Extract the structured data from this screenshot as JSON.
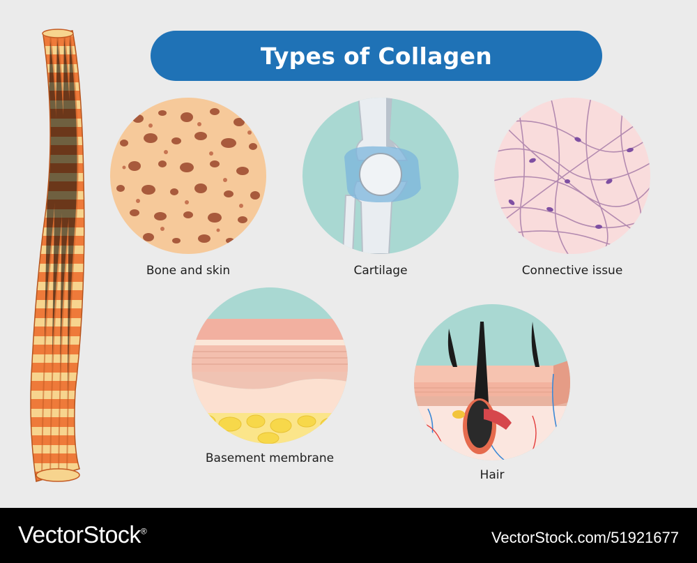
{
  "title": "Types of Collagen",
  "items": [
    {
      "label": "Bone and skin"
    },
    {
      "label": "Cartilage"
    },
    {
      "label": "Connective issue"
    },
    {
      "label": "Basement membrane"
    },
    {
      "label": "Hair"
    }
  ],
  "footer": {
    "brand": "VectorStock",
    "brand_mark": "®",
    "reference": "VectorStock.com/51921677"
  },
  "colors": {
    "title_bg": "#1f72b6",
    "background": "#ebebeb",
    "fiber_orange": "#ee7a3a",
    "fiber_cream": "#f7d48e"
  }
}
